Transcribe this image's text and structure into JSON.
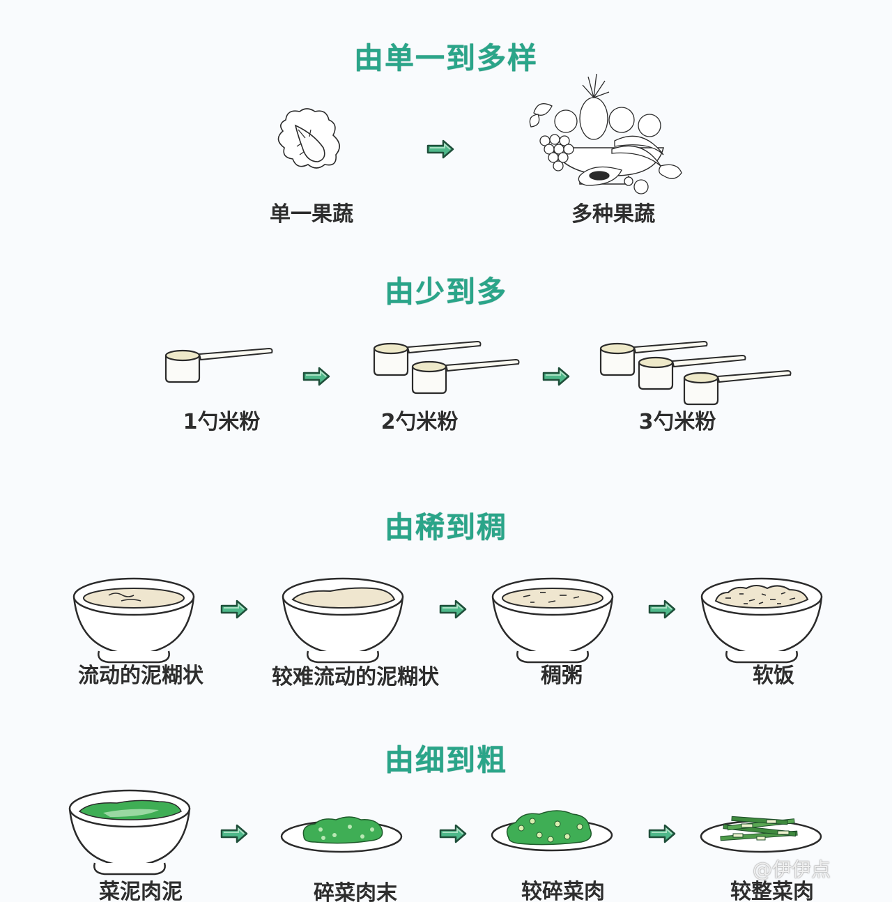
{
  "colors": {
    "title_green": "#2aa589",
    "arrow_fill": "#4fb88a",
    "arrow_stroke": "#1f4f3a",
    "label_text": "#2d2d2d",
    "porridge": "#efe6cf",
    "veg_green": "#3fae55",
    "background": "#f9fbfd"
  },
  "sections": [
    {
      "title": "由单一到多样",
      "items": [
        {
          "label": "单一果蔬",
          "icon": "cabbage-icon"
        },
        {
          "label": "多种果蔬",
          "icon": "fruit-basket-icon"
        }
      ]
    },
    {
      "title": "由少到多",
      "items": [
        {
          "label": "1勺米粉",
          "icon": "scoop-1-icon"
        },
        {
          "label": "2勺米粉",
          "icon": "scoop-2-icon"
        },
        {
          "label": "3勺米粉",
          "icon": "scoop-3-icon"
        }
      ]
    },
    {
      "title": "由稀到稠",
      "items": [
        {
          "label": "流动的泥糊状",
          "icon": "bowl-thin-puree-icon"
        },
        {
          "label": "较难流动的泥糊状",
          "icon": "bowl-thick-puree-icon"
        },
        {
          "label": "稠粥",
          "icon": "bowl-congee-icon"
        },
        {
          "label": "软饭",
          "icon": "bowl-soft-rice-icon"
        }
      ]
    },
    {
      "title": "由细到粗",
      "items": [
        {
          "label": "菜泥肉泥",
          "icon": "bowl-veg-puree-icon"
        },
        {
          "label": "碎菜肉末",
          "icon": "plate-minced-icon"
        },
        {
          "label": "较碎菜肉",
          "icon": "plate-chopped-icon"
        },
        {
          "label": "较整菜肉",
          "icon": "plate-whole-icon"
        }
      ]
    }
  ],
  "watermark": "@伊伊点"
}
